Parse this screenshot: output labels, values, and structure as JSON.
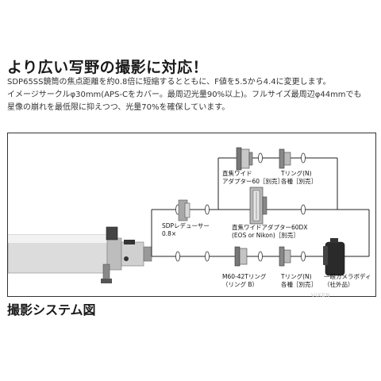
{
  "headline": "より広い写野の撮影に対応！",
  "description": [
    "SDP65SS鏡筒の焦点距離を約0.8倍に短縮するとともに、F値を5.5から4.4に変更します。",
    "イメージサークルφ30mm(APS-Cをカバー。最周辺光量90%以上)。フルサイズ最周辺φ44mmでも",
    "星像の崩れを最低限に抑えつつ、光量70%を確保しています。"
  ],
  "diagram": {
    "reducer": [
      "SDPレデューサー",
      "0.8×"
    ],
    "wide_adapter_60": [
      "直焦ワイド",
      "アダプター60［別売］"
    ],
    "t_ring_top": [
      "Tリング(N)",
      "各種［別売］"
    ],
    "wide_adapter_60dx": [
      "直焦ワイドアダプター60DX",
      "(EOS or Nikon)［別売］"
    ],
    "m60_ring": [
      "M60-42Tリング",
      "（リング B）"
    ],
    "t_ring_bottom": [
      "Tリング(N)",
      "各種［別売］"
    ],
    "camera": [
      "一眼カメラボディ",
      "（社外品）"
    ]
  },
  "footer_title": "撮影システム図",
  "watermark": "VIXEN"
}
